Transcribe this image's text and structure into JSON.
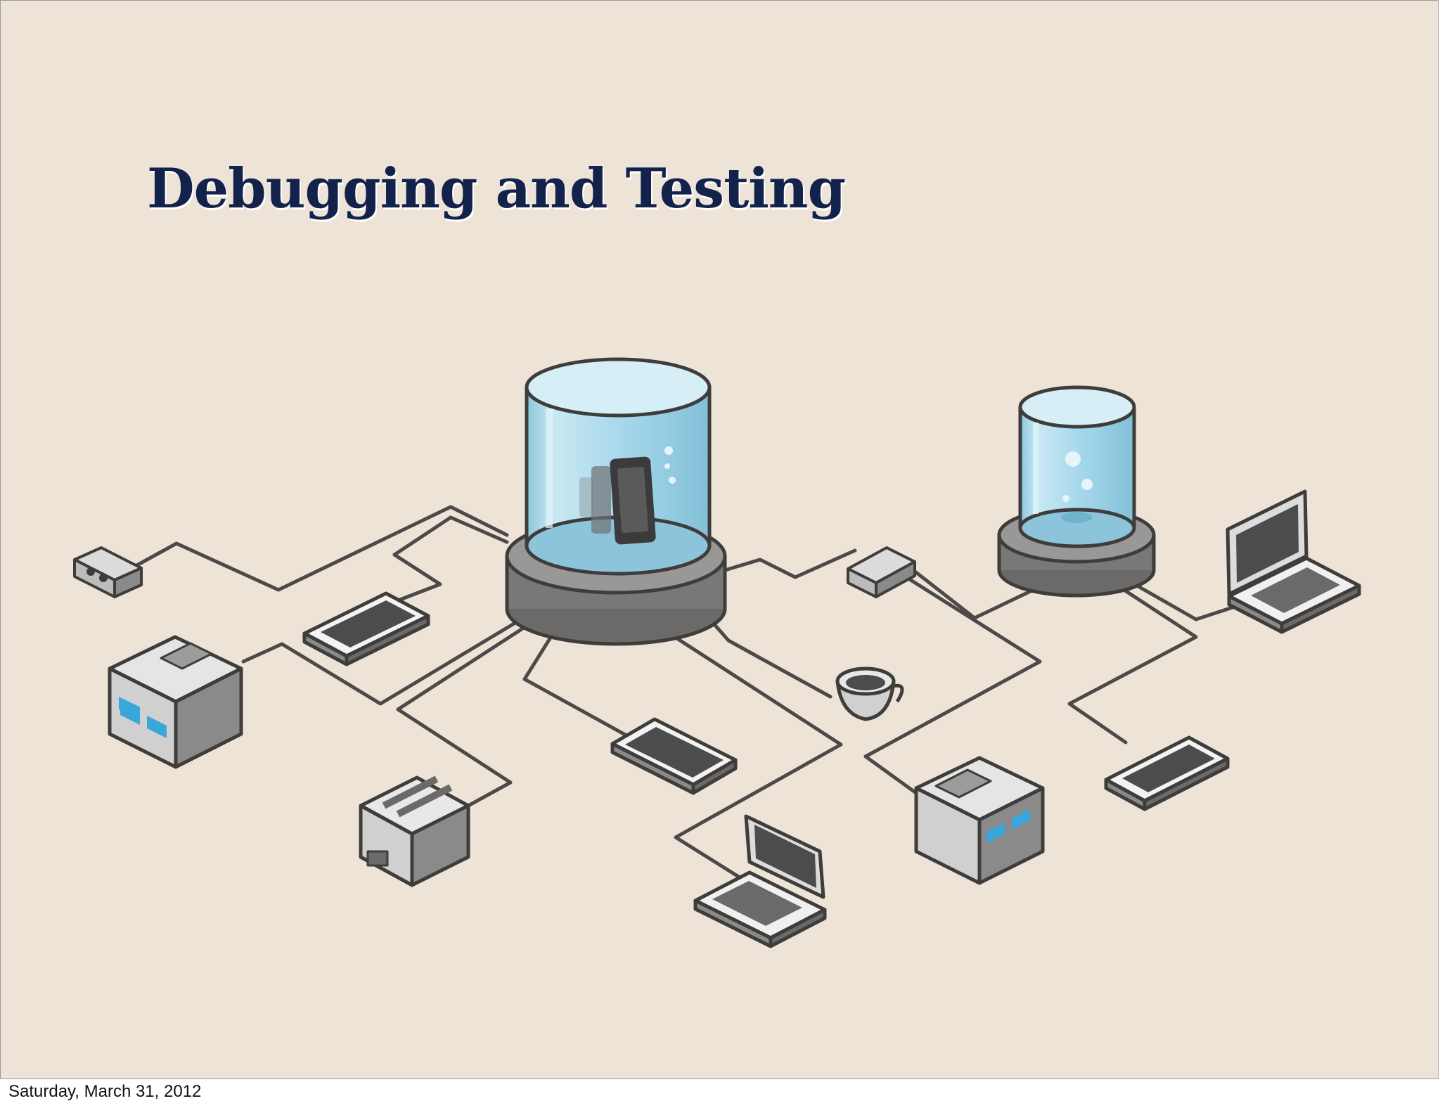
{
  "slide": {
    "title": "Debugging and Testing",
    "background_color": "#ede3d7",
    "title_color": "#12224a"
  },
  "illustration": {
    "hubs": [
      "phonegap-build-cloud-hub",
      "secondary-cloud-hub"
    ],
    "devices": [
      "usb-hub-icon",
      "smartphone-icon",
      "printer-icon",
      "toaster-icon",
      "tablet-icon",
      "laptop-icon",
      "coffee-cup-icon",
      "usb-hub-icon",
      "printer-icon",
      "smartphone-icon",
      "laptop-icon"
    ],
    "accent_color": "#9fd4e8"
  },
  "footer": {
    "date": "Saturday, March 31, 2012"
  }
}
